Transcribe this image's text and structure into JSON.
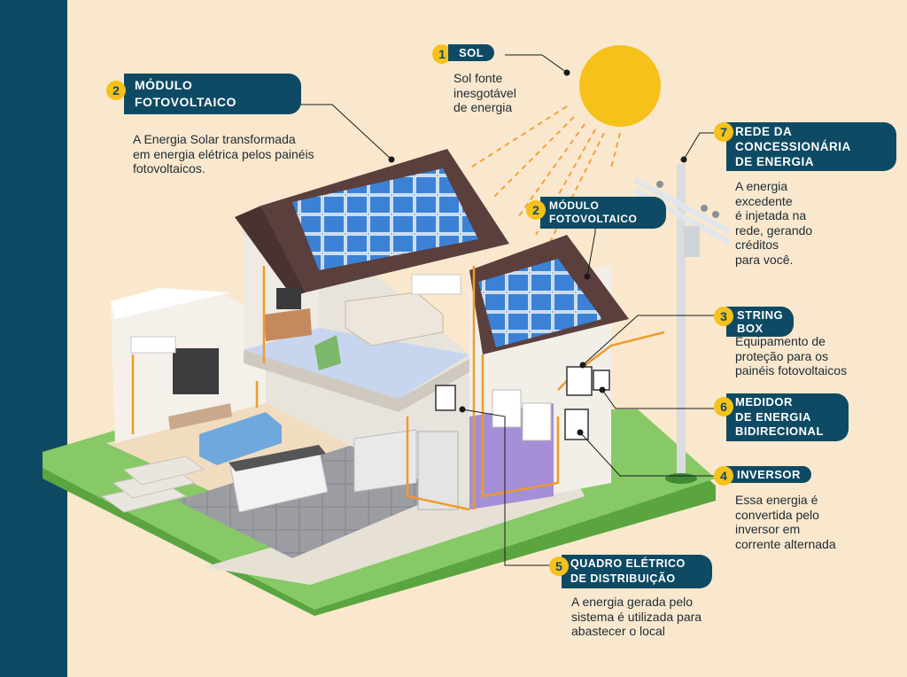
{
  "callouts": {
    "sol": {
      "num": "1",
      "title": "SOL",
      "desc": "Sol fonte\ninesgotável\nde energia"
    },
    "modulo_roof": {
      "num": "2",
      "title": "MÓDULO\nFOTOVOLTAICO",
      "desc": "A Energia Solar transformada\nem energia elétrica pelos painéis\nfotovoltaicos."
    },
    "modulo_garage": {
      "num": "2",
      "title": "MÓDULO\nFOTOVOLTAICO"
    },
    "rede": {
      "num": "7",
      "title": "REDE DA\nCONCESSIONÁRIA\nDE ENERGIA",
      "desc": "A energia\nexcedente\né injetada na\nrede, gerando\ncréditos\npara você."
    },
    "string_box": {
      "num": "3",
      "title": "STRING BOX",
      "desc": "Equipamento de\nproteção para os\npainéis fotovoltaicos"
    },
    "medidor": {
      "num": "6",
      "title": "MEDIDOR\nDE ENERGIA\nBIDIRECIONAL"
    },
    "inversor": {
      "num": "4",
      "title": "INVERSOR",
      "desc": "Essa energia é\nconvertida pelo\ninversor em\ncorrente alternada"
    },
    "quadro": {
      "num": "5",
      "title": "QUADRO ELÉTRICO\nDE DISTRIBUIÇÃO",
      "desc": "A energia gerada pelo\nsistema é utilizada para\nabastecer o local"
    }
  },
  "colors": {
    "background": "#f9e8cd",
    "sidebar": "#0e4a63",
    "accent_yellow": "#f5c11a",
    "cable_orange": "#f09a2b",
    "panel_blue": "#2f6fc0",
    "roof_brown": "#5b3f3d",
    "grass_green": "#7cc35a"
  }
}
